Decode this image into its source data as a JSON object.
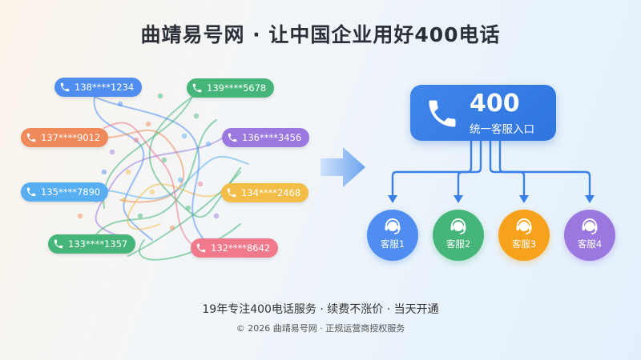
{
  "header": {
    "title": "曲靖易号网 · 让中国企业用好400电话"
  },
  "callers": [
    {
      "number": "138****1234",
      "color": "#4f8ef0"
    },
    {
      "number": "139****5678",
      "color": "#45b57a"
    },
    {
      "number": "137****9012",
      "color": "#f08a5a"
    },
    {
      "number": "136****3456",
      "color": "#9a78e0"
    },
    {
      "number": "135****7890",
      "color": "#57aef0"
    },
    {
      "number": "134****2468",
      "color": "#f3be48"
    },
    {
      "number": "133****1357",
      "color": "#45b57a"
    },
    {
      "number": "132****8642",
      "color": "#f07a8c"
    }
  ],
  "entry": {
    "number": "400",
    "label": "统一客服入口",
    "color": "#3a80e8"
  },
  "agents": [
    {
      "label": "客服1",
      "color": "#4f8ef0"
    },
    {
      "label": "客服2",
      "color": "#45b57a"
    },
    {
      "label": "客服3",
      "color": "#f6a21d"
    },
    {
      "label": "客服4",
      "color": "#9a78e0"
    }
  ],
  "tagline": "19年专注400电话服务 · 续费不涨价 · 当天开通",
  "footer": "© 2026 曲靖易号网 · 正规运营商授权服务"
}
